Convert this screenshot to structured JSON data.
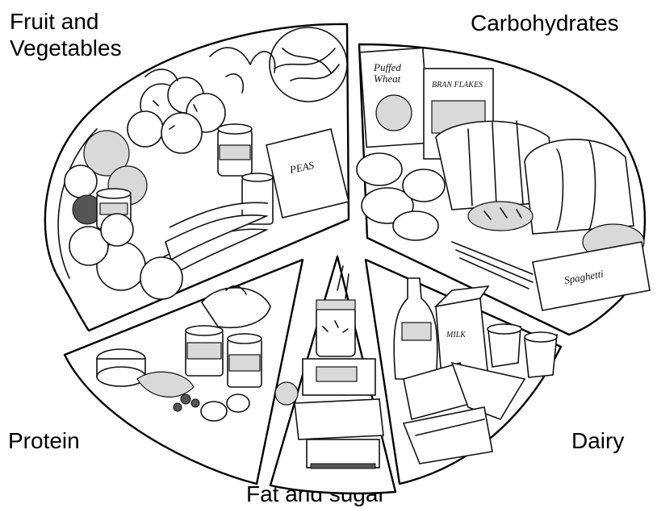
{
  "labels": {
    "fruit_and_vegetables": "Fruit and\nVegetables",
    "carbohydrates": "Carbohydrates",
    "protein": "Protein",
    "dairy": "Dairy",
    "fat_and_sugar": "Fat and sugar"
  },
  "packaging_text": {
    "cereal_box_1": "Puffed\nWheat",
    "cereal_box_2": "BRAN FLAKES",
    "spaghetti_pack": "Spaghetti",
    "frozen_peas_bag": "PEAS",
    "milk_carton": "MILK"
  },
  "colors": {
    "ink": "#111111",
    "background": "#ffffff",
    "shading": "#d9d9d9"
  }
}
